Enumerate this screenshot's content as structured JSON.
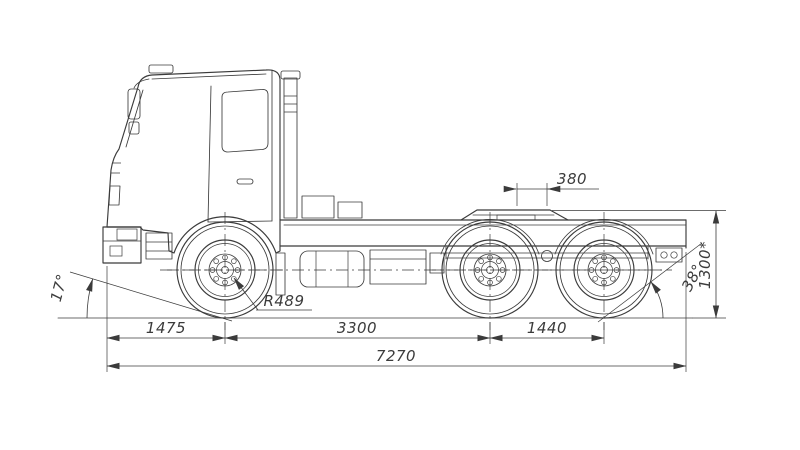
{
  "colors": {
    "line": "#3b3b3b",
    "background": "#ffffff"
  },
  "dimensions": {
    "saddle_offset": "380",
    "saddle_height": "1300*",
    "departure_angle": "38°",
    "approach_angle": "17°",
    "front_overhang": "1475",
    "tyre_radius": "R489",
    "wheelbase": "3300",
    "bogie_base": "1440",
    "overall_length": "7270"
  }
}
